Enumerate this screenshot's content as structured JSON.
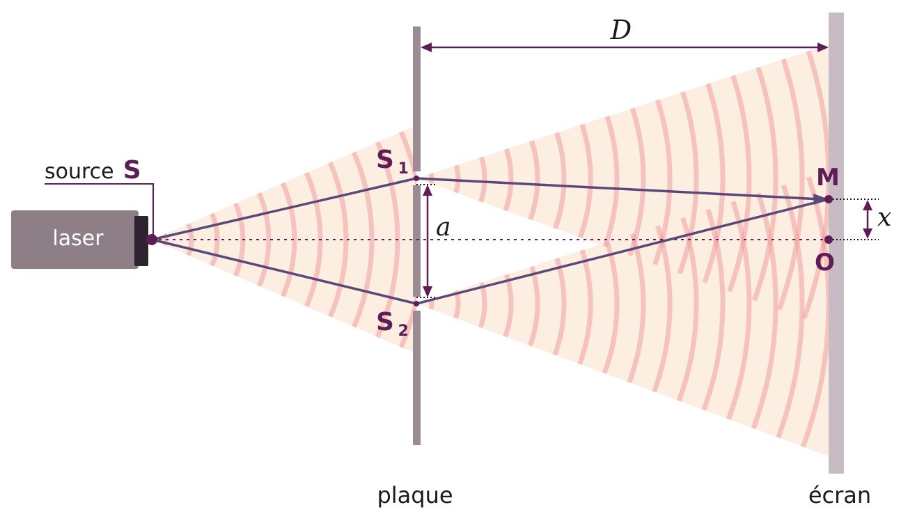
{
  "diagram": {
    "source_label_prefix": "source",
    "source_label_symbol": "S",
    "laser_label": "laser",
    "slit1_letter": "S",
    "slit1_index": "1",
    "slit2_letter": "S",
    "slit2_index": "2",
    "slit_distance_label": "a",
    "screen_distance_label": "D",
    "point_m_label": "M",
    "point_o_label": "O",
    "offset_label": "x",
    "plate_label": "plaque",
    "screen_label": "écran"
  },
  "colors": {
    "accent": "#5e1d56",
    "ray": "#5a4878",
    "laser_body": "#8e7f87",
    "laser_cap": "#2c2230",
    "plate": "#9a8b94",
    "screen": "#c8bcc4",
    "cone": "#fdeee2",
    "wavefront": "#ef9e9e",
    "text_dark": "#1a1a1a",
    "text_light": "#ffffff"
  }
}
